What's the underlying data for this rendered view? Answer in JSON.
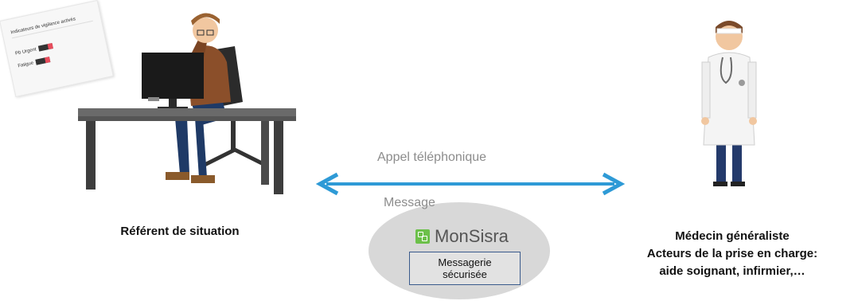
{
  "vigilance_card": {
    "title": "Indicateurs de vigilance activés",
    "rows": [
      {
        "label": "Pb Urgent"
      },
      {
        "label": "Fatigue"
      }
    ]
  },
  "left_actor": {
    "label": "Référent de situation",
    "icon": "person-at-desk-on-phone-illustration"
  },
  "right_actor": {
    "line1": "Médecin généraliste",
    "line2": "Acteurs de la prise en charge:",
    "line3": "aide soignant, infirmier,…",
    "icon": "doctor-illustration"
  },
  "arrow": {
    "label": "Appel téléphonique",
    "color": "#2e9ad6"
  },
  "message": {
    "label": "Message",
    "brand": "MonSisra",
    "box_line1": "Messagerie",
    "box_line2": "sécurisée",
    "oval_color": "#d8d8d8"
  }
}
